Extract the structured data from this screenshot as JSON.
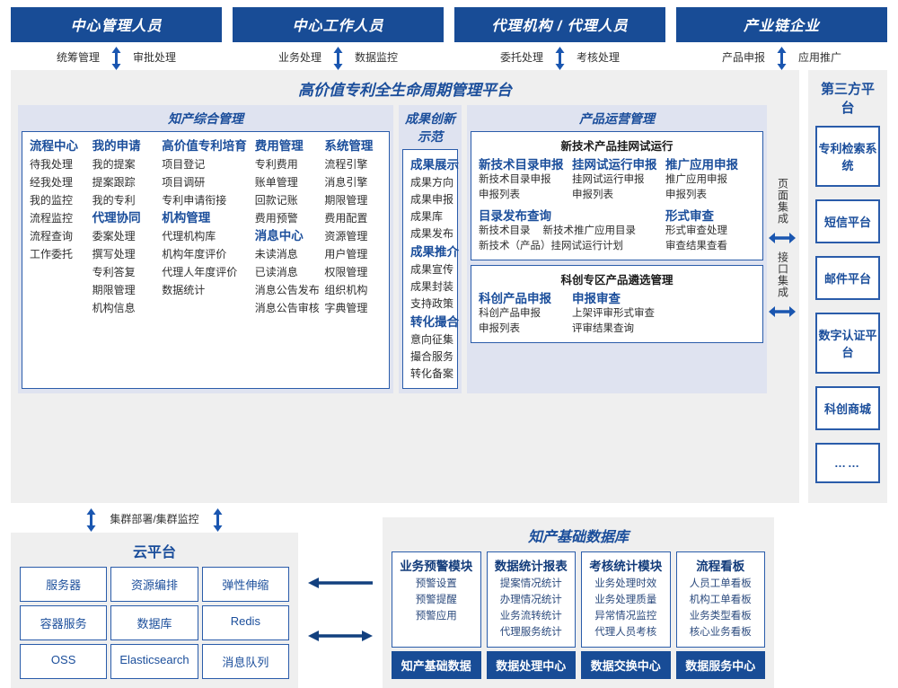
{
  "actors": [
    {
      "title": "中心管理人员",
      "links": [
        "统筹管理",
        "审批处理"
      ]
    },
    {
      "title": "中心工作人员",
      "links": [
        "业务处理",
        "数据监控"
      ]
    },
    {
      "title": "代理机构 / 代理人员",
      "links": [
        "委托处理",
        "考核处理"
      ]
    },
    {
      "title": "产业链企业",
      "links": [
        "产品申报",
        "应用推广"
      ]
    }
  ],
  "platform": {
    "title": "高价值专利全生命周期管理平台",
    "panelA": {
      "title": "知产综合管理",
      "columns": [
        {
          "blocks": [
            {
              "head": "流程中心",
              "items": [
                "待我处理",
                "经我处理",
                "我的监控",
                "流程监控",
                "流程查询",
                "工作委托"
              ]
            }
          ]
        },
        {
          "blocks": [
            {
              "head": "我的申请",
              "items": [
                "我的提案",
                "提案跟踪",
                "我的专利"
              ]
            },
            {
              "head": "代理协同",
              "items": [
                "委案处理",
                "撰写处理",
                "专利答复",
                "期限管理",
                "机构信息"
              ]
            }
          ]
        },
        {
          "blocks": [
            {
              "head": "高价值专利培育",
              "items": [
                "项目登记",
                "项目调研",
                "专利申请衔接"
              ]
            },
            {
              "head": "机构管理",
              "items": [
                "代理机构库",
                "机构年度评价",
                "代理人年度评价",
                "数据统计"
              ]
            }
          ]
        },
        {
          "blocks": [
            {
              "head": "费用管理",
              "items": [
                "专利费用",
                "账单管理",
                "回款记账",
                "费用预警"
              ]
            },
            {
              "head": "消息中心",
              "items": [
                "未读消息",
                "已读消息",
                "消息公告发布",
                "消息公告审核"
              ]
            }
          ]
        },
        {
          "blocks": [
            {
              "head": "系统管理",
              "items": [
                "流程引擎",
                "消息引擎",
                "期限管理",
                "费用配置",
                "资源管理",
                "用户管理",
                "权限管理",
                "组织机构",
                "字典管理"
              ]
            }
          ]
        }
      ]
    },
    "panelB": {
      "title": "成果创新示范",
      "blocks": [
        {
          "head": "成果展示",
          "items": [
            "成果方向",
            "成果申报",
            "成果库",
            "成果发布"
          ]
        },
        {
          "head": "成果推介",
          "items": [
            "成果宣传",
            "成果封装",
            "支持政策"
          ]
        },
        {
          "head": "转化撮合",
          "items": [
            "意向征集",
            "撮合服务",
            "转化备案"
          ]
        }
      ]
    },
    "panelC": {
      "title": "产品运营管理",
      "box1": {
        "title": "新技术产品挂网试运行",
        "row1": [
          {
            "head": "新技术目录申报",
            "items": [
              "新技术目录申报",
              "申报列表"
            ]
          },
          {
            "head": "挂网试运行申报",
            "items": [
              "挂网试运行申报",
              "申报列表"
            ]
          },
          {
            "head": "推广应用申报",
            "items": [
              "推广应用申报",
              "申报列表"
            ]
          }
        ],
        "row2left": {
          "head": "目录发布查询",
          "items_inline": [
            "新技术目录",
            "新技术推广应用目录"
          ],
          "items": [
            "新技术（产品）挂网试运行计划"
          ]
        },
        "row2right": {
          "head": "形式审查",
          "items": [
            "形式审查处理",
            "审查结果查看"
          ]
        }
      },
      "box2": {
        "title": "科创专区产品遴选管理",
        "cols": [
          {
            "head": "科创产品申报",
            "items": [
              "科创产品申报",
              "申报列表"
            ]
          },
          {
            "head": "申报审查",
            "items": [
              "上架评审形式审查",
              "评审结果查询"
            ]
          }
        ]
      }
    },
    "integration": {
      "labels": [
        "页面集成",
        "接口集成"
      ]
    }
  },
  "third_party": {
    "title": "第三方平台",
    "items": [
      "专利检索系统",
      "短信平台",
      "邮件平台",
      "数字认证平台",
      "科创商城",
      "……"
    ]
  },
  "cloud": {
    "cluster_label": "集群部署/集群监控",
    "title": "云平台",
    "cells": [
      "服务器",
      "资源编排",
      "弹性伸缩",
      "容器服务",
      "数据库",
      "Redis",
      "OSS",
      "Elasticsearch",
      "消息队列"
    ]
  },
  "database": {
    "title": "知产基础数据库",
    "columns": [
      {
        "head": "业务预警模块",
        "items": [
          "预警设置",
          "预警提醒",
          "预警应用"
        ],
        "foot": "知产基础数据"
      },
      {
        "head": "数据统计报表",
        "items": [
          "提案情况统计",
          "办理情况统计",
          "业务流转统计",
          "代理服务统计"
        ],
        "foot": "数据处理中心"
      },
      {
        "head": "考核统计模块",
        "items": [
          "业务处理时效",
          "业务处理质量",
          "异常情况监控",
          "代理人员考核"
        ],
        "foot": "数据交换中心"
      },
      {
        "head": "流程看板",
        "items": [
          "人员工单看板",
          "机构工单看板",
          "业务类型看板",
          "核心业务看板"
        ],
        "foot": "数据服务中心"
      }
    ]
  },
  "colors": {
    "navy": "#184c96",
    "accent": "#1b4e9b",
    "border": "#2a5caa",
    "panel_bg": "#dfe3f0",
    "section_bg": "#efefef"
  }
}
